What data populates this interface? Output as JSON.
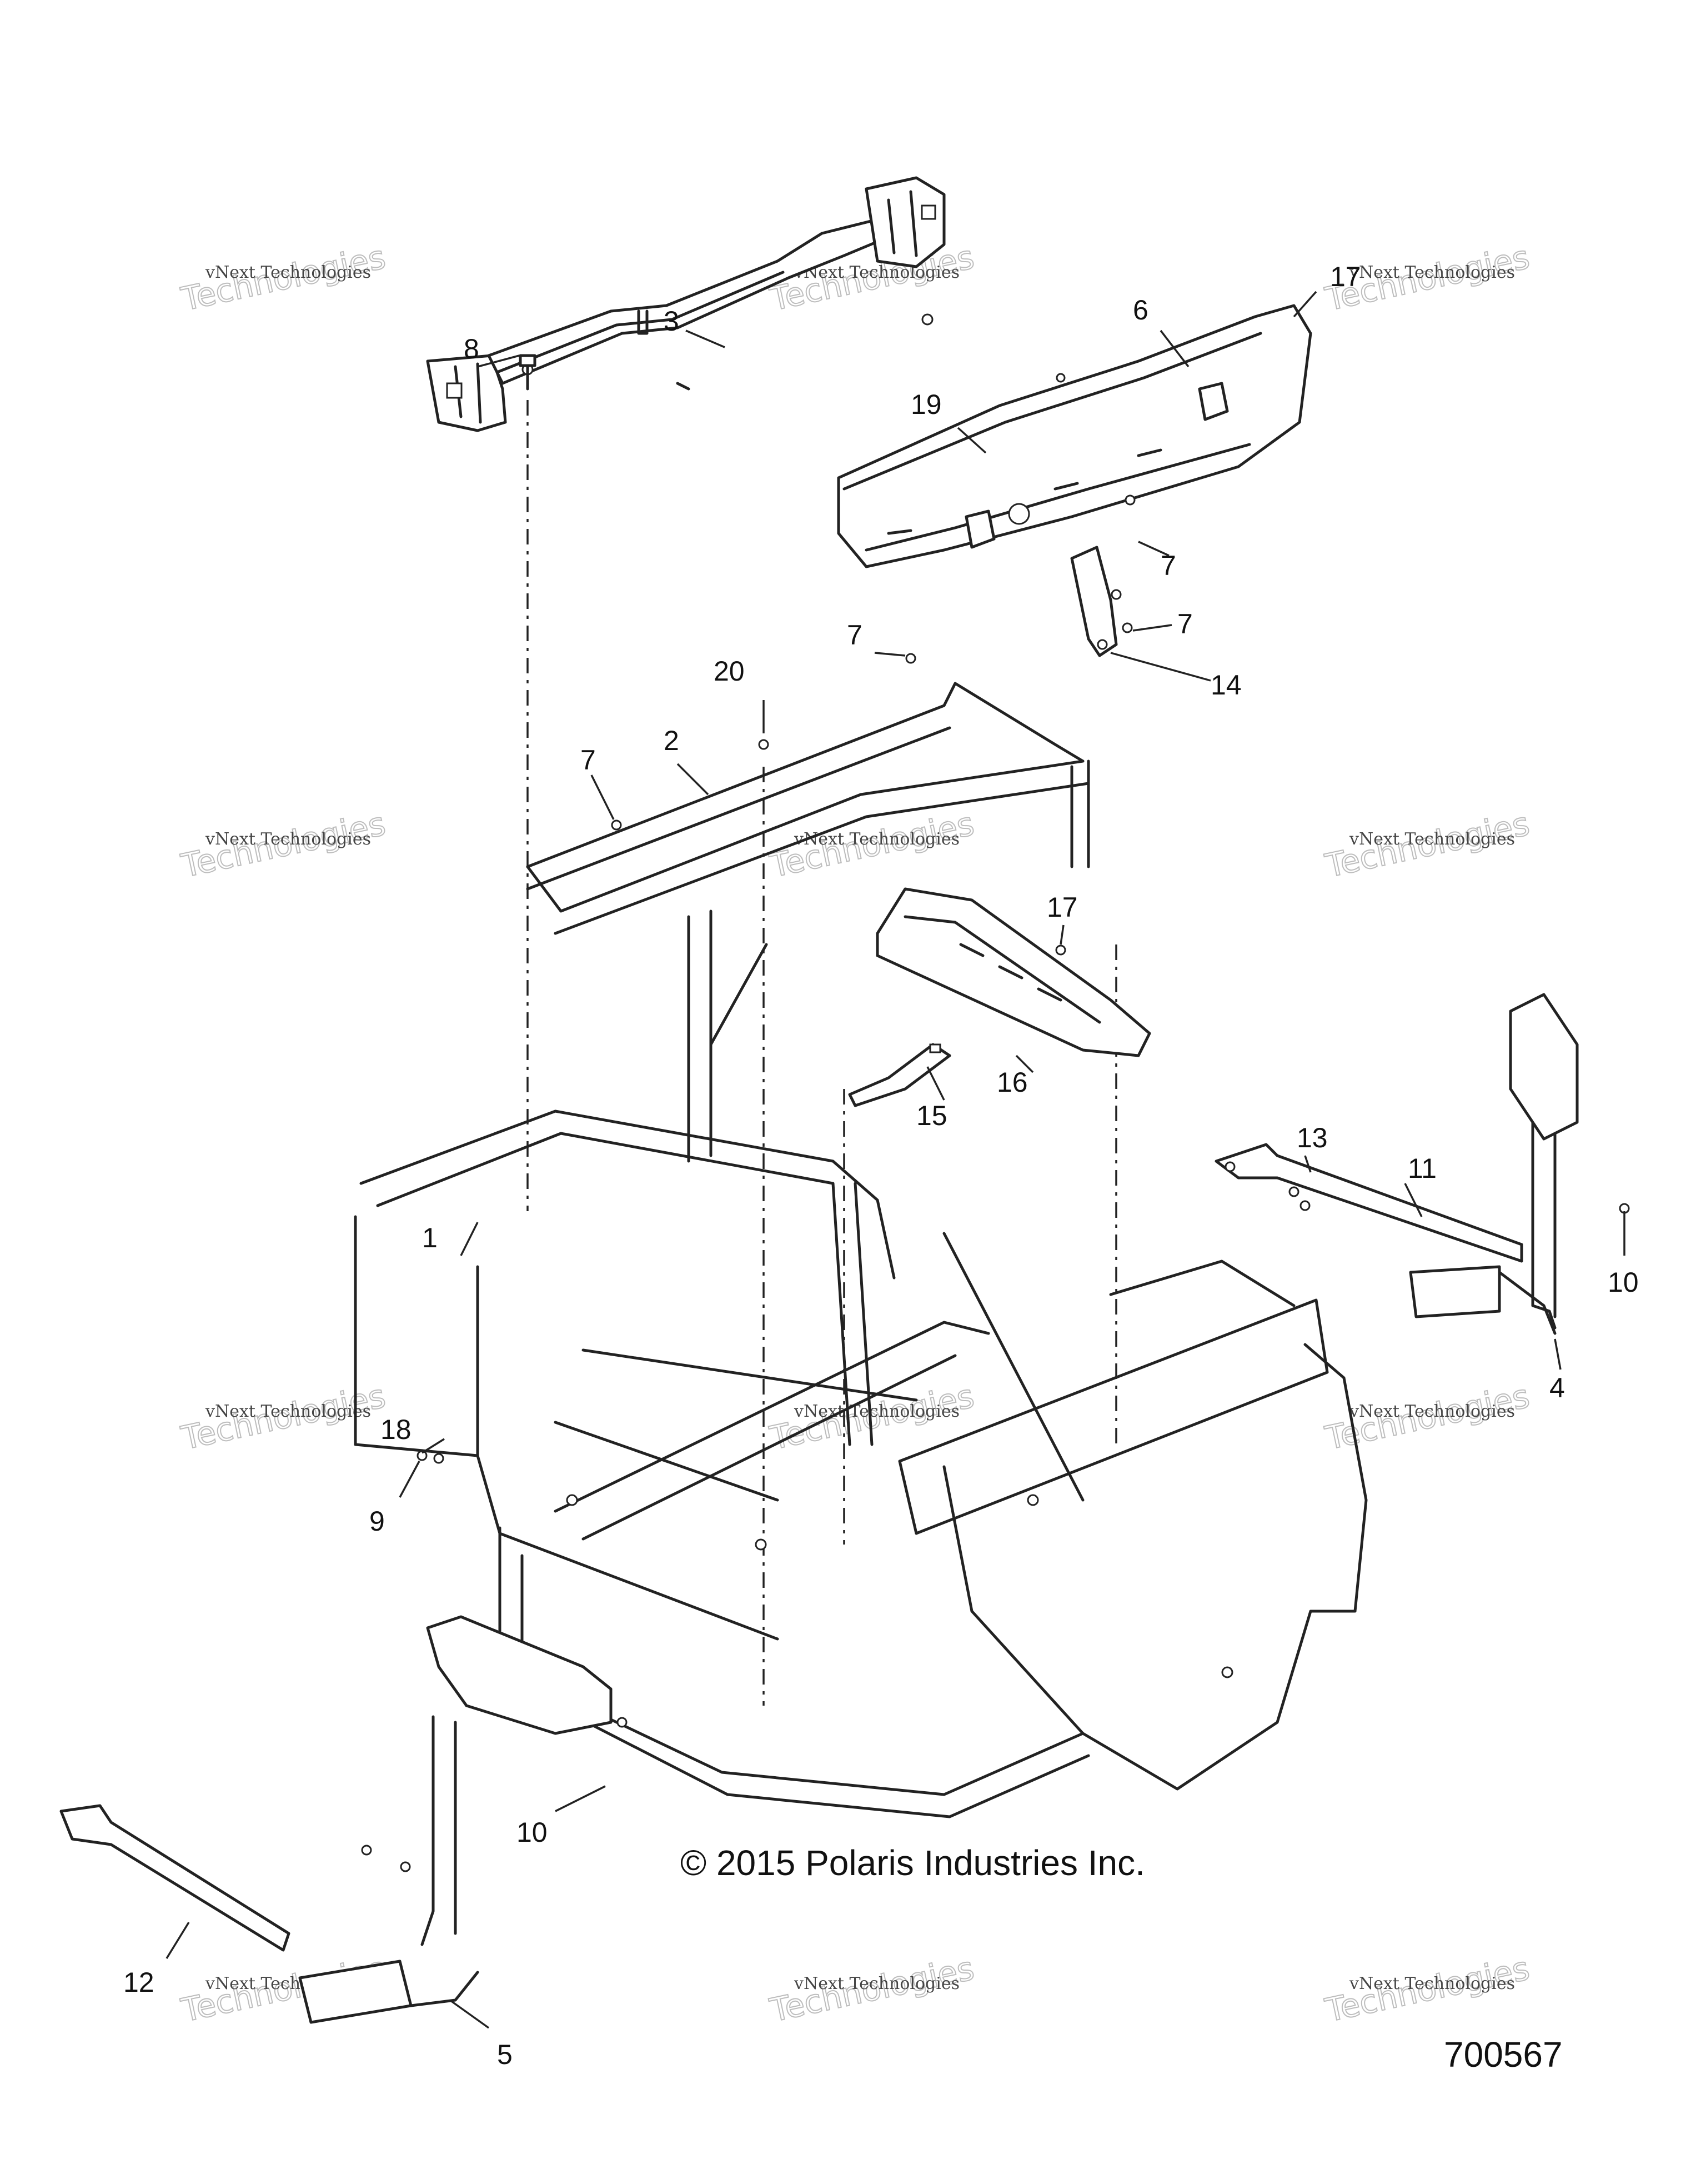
{
  "copyright": "© 2015 Polaris Industries Inc.",
  "part_number": "700567",
  "watermark": {
    "line1": "vNext Technologies",
    "line2": "Technologies",
    "overlay": "vNext"
  },
  "callouts": [
    "1",
    "2",
    "3",
    "4",
    "5",
    "6",
    "7",
    "7",
    "7",
    "7",
    "8",
    "9",
    "10",
    "10",
    "11",
    "12",
    "13",
    "14",
    "15",
    "16",
    "17",
    "17",
    "18",
    "19",
    "20"
  ]
}
